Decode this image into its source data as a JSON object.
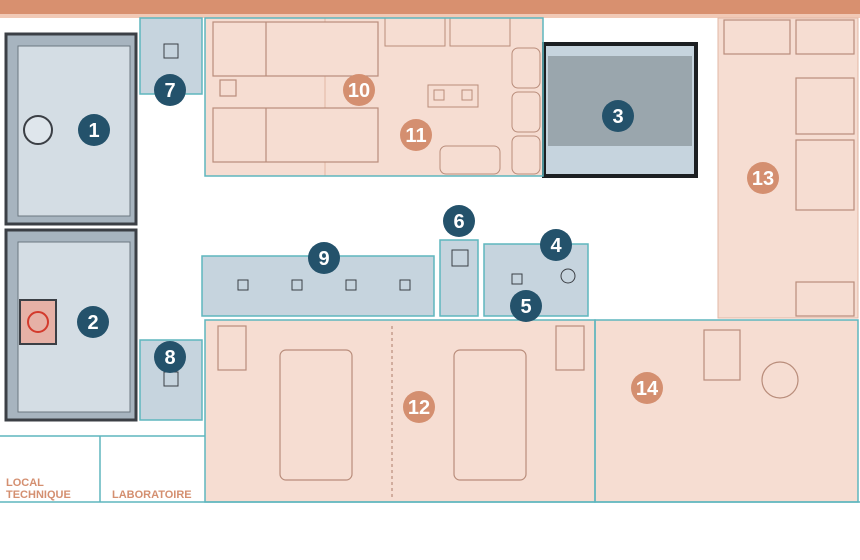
{
  "colors": {
    "pink": "#f6ddd2",
    "pink_line": "#e2b7a4",
    "blue": "#c6d4de",
    "teal_line": "#5fb6be",
    "wall": "#3b3f45",
    "navy": "#24526b",
    "orange_marker": "#d48f70",
    "top_band": "#d8906f",
    "label_text": "#d48f70"
  },
  "markers": [
    {
      "num": "1",
      "style": "navy"
    },
    {
      "num": "2",
      "style": "navy"
    },
    {
      "num": "3",
      "style": "navy"
    },
    {
      "num": "4",
      "style": "navy"
    },
    {
      "num": "5",
      "style": "navy"
    },
    {
      "num": "6",
      "style": "navy"
    },
    {
      "num": "7",
      "style": "navy"
    },
    {
      "num": "8",
      "style": "navy"
    },
    {
      "num": "9",
      "style": "navy"
    },
    {
      "num": "10",
      "style": "orange"
    },
    {
      "num": "11",
      "style": "orange"
    },
    {
      "num": "12",
      "style": "orange"
    },
    {
      "num": "13",
      "style": "orange"
    },
    {
      "num": "14",
      "style": "orange"
    }
  ],
  "rooms": {
    "local_technique": [
      "LOCAL",
      "TECHNIQUE"
    ],
    "laboratoire": "LABORATOIRE"
  }
}
